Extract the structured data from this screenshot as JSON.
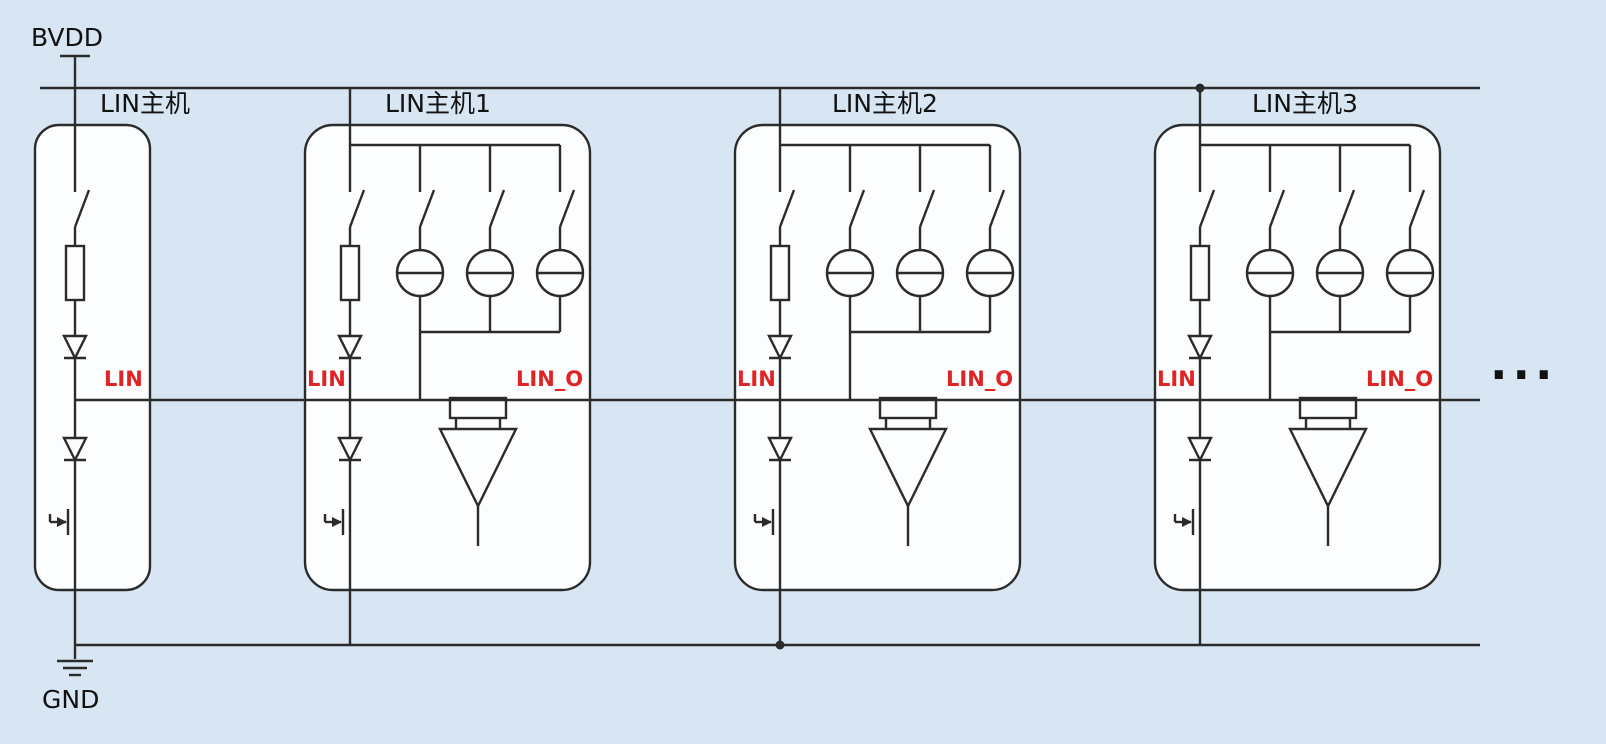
{
  "diagram": {
    "power_rail_label": "BVDD",
    "ground_label": "GND",
    "ellipsis": "...",
    "blocks": [
      {
        "name": "LIN主机",
        "lin_pin": "LIN"
      },
      {
        "name": "LIN主机1",
        "lin_pin": "LIN",
        "lin_o_pin": "LIN_O"
      },
      {
        "name": "LIN主机2",
        "lin_pin": "LIN",
        "lin_o_pin": "LIN_O"
      },
      {
        "name": "LIN主机3",
        "lin_pin": "LIN",
        "lin_o_pin": "LIN_O"
      }
    ],
    "colors": {
      "background": "#d8e6f3",
      "block_fill": "#fcfdfe",
      "wire": "#2b2b2b",
      "text": "#111111",
      "net_label": "#e02424"
    }
  }
}
